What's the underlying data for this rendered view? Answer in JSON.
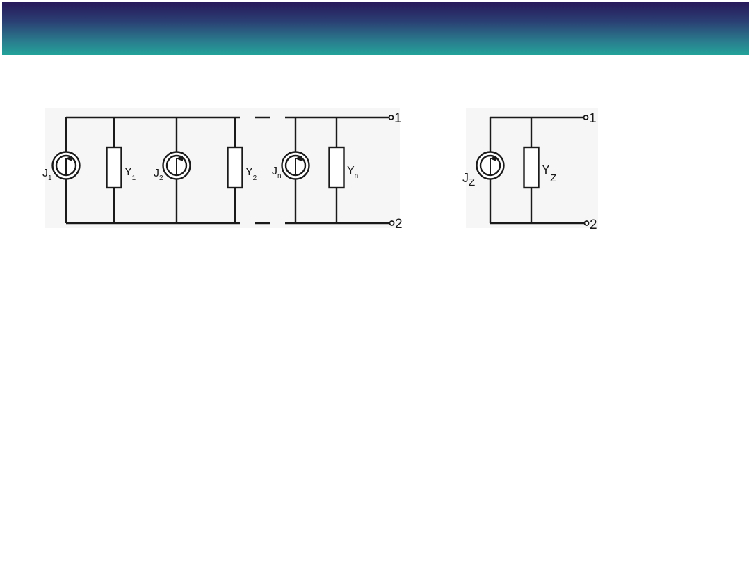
{
  "colors": {
    "header_top": "#27185a",
    "header_bottom": "#23a39a",
    "wire": "#1a1a1a",
    "panel_background": "#f6f6f6"
  },
  "left_circuit": {
    "sources": [
      {
        "label": "J",
        "sub": "1"
      },
      {
        "label": "J",
        "sub": "2"
      },
      {
        "label": "J",
        "sub": "n"
      }
    ],
    "admittances": [
      {
        "label": "Y",
        "sub": "1"
      },
      {
        "label": "Y",
        "sub": "2"
      },
      {
        "label": "Y",
        "sub": "n"
      }
    ],
    "terminals": [
      "1",
      "2"
    ]
  },
  "right_circuit": {
    "source": {
      "label": "J",
      "sub": "Z"
    },
    "admittance": {
      "label": "Y",
      "sub": "Z"
    },
    "terminals": [
      "1",
      "2"
    ]
  }
}
